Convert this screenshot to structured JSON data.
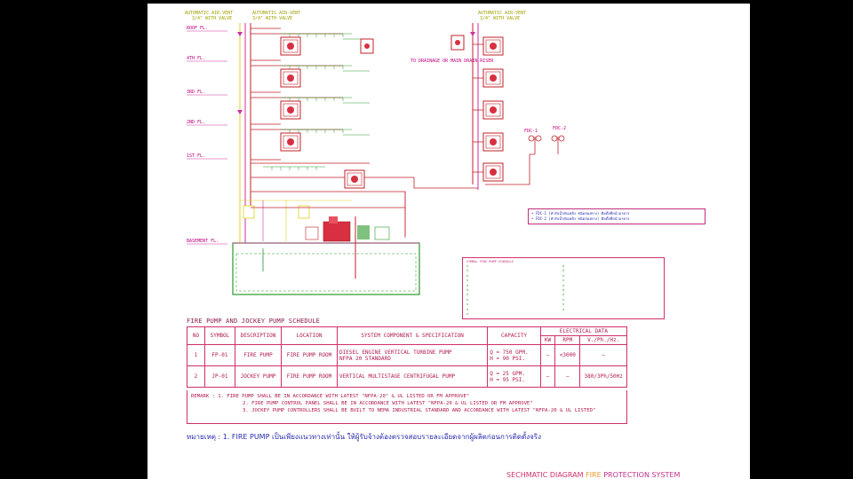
{
  "diagram": {
    "vent_label_1": "AUTOMATIC AIR-VENT",
    "vent_label_1b": "3/4\" WITH VALVE",
    "vent_label_2": "AUTOMATIC AIR-VENT",
    "vent_label_2b": "3/4\" WITH VALVE",
    "vent_label_3": "AUTOMATIC AIR-VENT",
    "vent_label_3b": "3/4\" WITH VALVE",
    "floors": [
      "ROOF FL.",
      "4TH FL.",
      "3RD FL.",
      "2ND FL.",
      "1ST FL.",
      "BASEMENT FL."
    ],
    "drain_label": "TO DRAINAGE OR MAIN DRAIN RISER",
    "fdc_1": "FDC-1",
    "fdc_2": "FDC-2",
    "fdc_note_1": "• FDC-1 (หัวรับน้ำดับเพลิง ชนิดสองทาง) ติดตั้งที่หน้าอาคาร",
    "fdc_note_2": "• FDC-2 (หัวรับน้ำดับเพลิง ชนิดสองทาง) ติดตั้งที่หน้าอาคาร",
    "legend_title": "SYMBOL FIRE PUMP SCHEDULE"
  },
  "schedule": {
    "title": "FIRE PUMP AND JOCKEY PUMP SCHEDULE",
    "headers": {
      "no": "NO",
      "symbol": "SYMBOL",
      "description": "DESCRIPTION",
      "location": "LOCATION",
      "spec": "SYSTEM COMPONENT & SPECIFICATION",
      "capacity": "CAPACITY",
      "electrical": "ELECTRICAL DATA",
      "kw": "KW",
      "rpm": "RPM",
      "vph": "V./Ph./Hz."
    },
    "rows": [
      {
        "no": "1",
        "symbol": "FP-01",
        "description": "FIRE PUMP",
        "location": "FIRE PUMP ROOM",
        "spec_1": "DIESEL ENGINE VERTICAL TURBINE PUMP",
        "spec_2": "NFPA 20 STANDARD",
        "cap_1": "Q = 750 GPM.",
        "cap_2": "H = 90 PSI.",
        "kw": "–",
        "rpm": "<3000",
        "vph": "–"
      },
      {
        "no": "2",
        "symbol": "JP-01",
        "description": "JOCKEY PUMP",
        "location": "FIRE PUMP ROOM",
        "spec_1": "VERTICAL MULTISTAGE CENTRIFUGAL PUMP",
        "spec_2": "",
        "cap_1": "Q = 25 GPM.",
        "cap_2": "H = 95 PSI.",
        "kw": "–",
        "rpm": "–",
        "vph": "380/3Ph/50Hz"
      }
    ],
    "remarks": [
      "REMARK : 1. FIRE PUMP SHALL BE  IN ACCORDANCE WITH LATEST \"NFPA-20\" & UL LISTED OR FM APPROVE\"",
      "2. FIRE PUMP CONTROL PANEL  SHALL BE IN ACCORDANCE WITH LATEST \"NFPA-20 & UL LISTED OR FM APPROVE\"",
      "3. JOCKEY PUMP CONTROLLERS SHALL BE BUILT TO NEMA INDUSTRIAL STANDARD AND ACCORDANCE WITH LATEST \"NFPA-20 & UL LISTED\""
    ]
  },
  "note_th": "หมายเหตุ :  1. FIRE PUMP เป็นเพียงแนวทางเท่านั้น   ให้ผู้รับจ้างต้องตรวจสอบรายละเอียดจากผู้ผลิตก่อนการติดตั้งจริง",
  "sheet_title": {
    "part_a": "SECHMATIC DIAGRAM",
    "part_b": " FIRE",
    "part_c": " PROTECTION SYSTEM"
  },
  "colors": {
    "background": "#000000",
    "sheet": "#ffffff",
    "pipe_red": "#c0202a",
    "pipe_magenta": "#d030a0",
    "pipe_yellow": "#e0d020",
    "table_line": "#d0306a"
  }
}
